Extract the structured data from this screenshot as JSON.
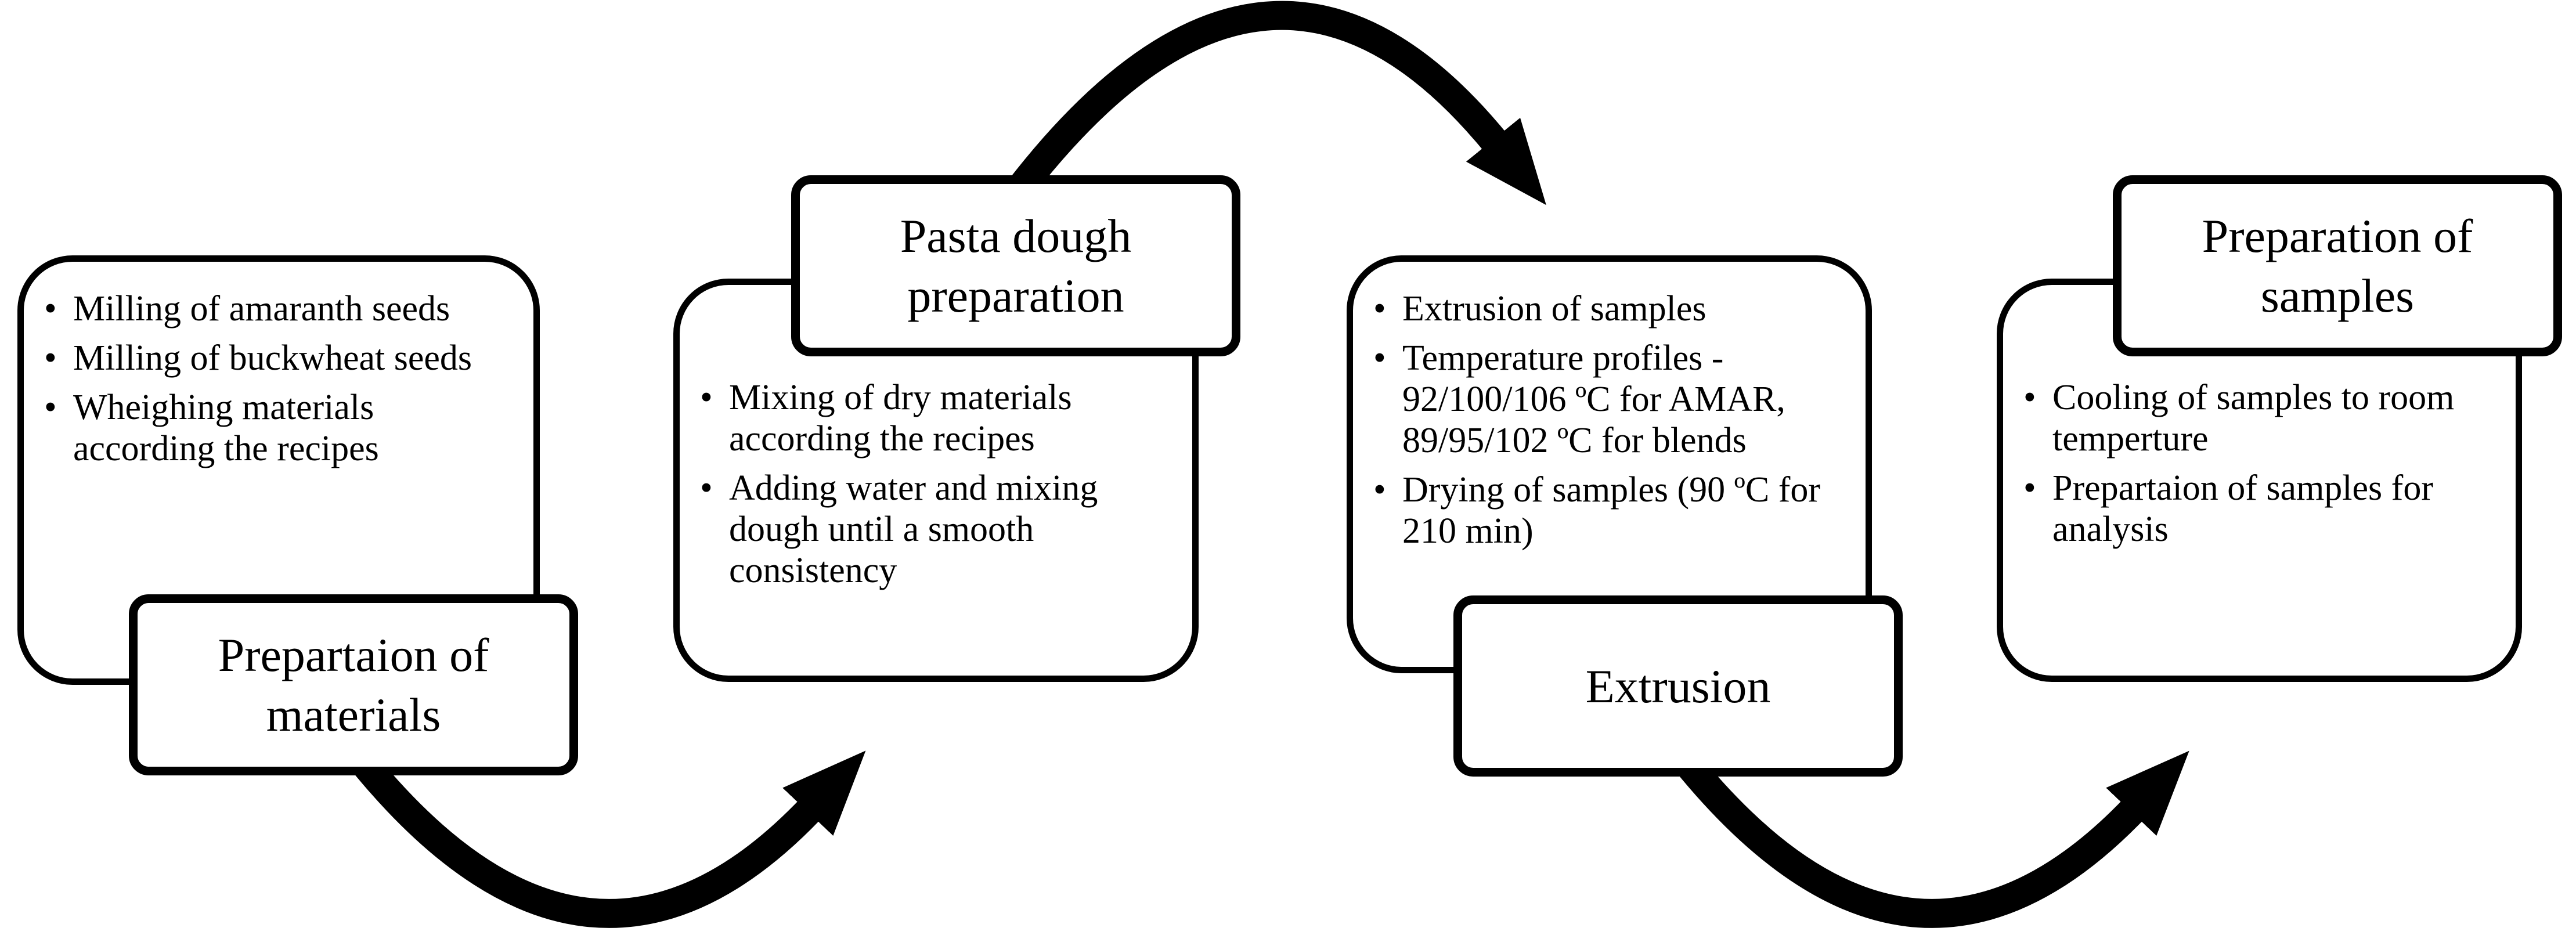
{
  "figure_type": "process-flowchart",
  "colors": {
    "ink": "#000000",
    "background": "#ffffff"
  },
  "bullet_glyph": "•",
  "stages": [
    {
      "title": "Prepartaion of materials",
      "title_position": "bottom",
      "bullets": [
        "Milling of amaranth seeds",
        "Milling of buckwheat seeds",
        "Wheighing materials according the recipes"
      ]
    },
    {
      "title": "Pasta dough preparation",
      "title_position": "top",
      "bullets": [
        "Mixing of dry materials according the recipes",
        "Adding water and mixing dough until a smooth consistency"
      ]
    },
    {
      "title": "Extrusion",
      "title_position": "bottom",
      "bullets": [
        "Extrusion of samples",
        "Temperature profiles - 92/100/106 ºC for AMAR, 89/95/102 ºC for blends",
        "Drying of samples (90 ºC for 210 min)"
      ]
    },
    {
      "title": "Preparation of samples",
      "title_position": "top",
      "bullets": [
        "Cooling of samples to room temperture",
        "Prepartaion of samples for analysis"
      ]
    }
  ],
  "arrows": [
    {
      "from": "Prepartaion of materials",
      "to": "Pasta dough preparation",
      "path_side": "bottom",
      "direction": "left-to-right"
    },
    {
      "from": "Pasta dough preparation",
      "to": "Extrusion",
      "path_side": "top",
      "direction": "left-to-right"
    },
    {
      "from": "Extrusion",
      "to": "Preparation of samples",
      "path_side": "bottom",
      "direction": "left-to-right"
    }
  ]
}
